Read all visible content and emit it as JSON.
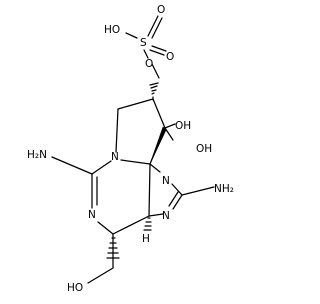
{
  "molecule": {
    "atoms": {
      "sulfate_oh": "HO",
      "sulfur": "S",
      "sulfonyl_o_top": "O",
      "sulfonyl_o_side": "O",
      "ester_o": "O",
      "ring_n": "N",
      "amino_left": "H₂N",
      "amidine_n_left": "N",
      "oh_1": "OH",
      "oh_2": "OH",
      "imidazole_n_top": "N",
      "amino_right": "NH₂",
      "imidazole_n_bottom": "N",
      "stereo_h": "H",
      "hydroxymethyl_oh": "HO"
    }
  }
}
